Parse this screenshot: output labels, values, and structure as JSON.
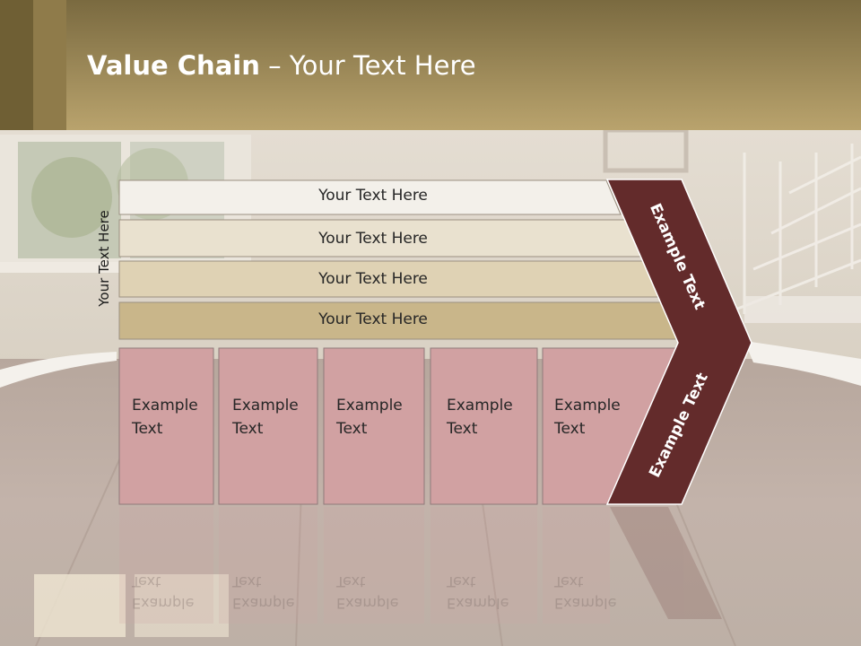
{
  "slide": {
    "title_bold": "Value Chain",
    "title_rest": " – Your Text Here",
    "side_label": "Your Text Here"
  },
  "rows": [
    {
      "label": "Your Text Here"
    },
    {
      "label": "Your Text Here"
    },
    {
      "label": "Your Text Here"
    },
    {
      "label": "Your Text Here"
    }
  ],
  "columns": [
    {
      "label": "Example\nText"
    },
    {
      "label": "Example\nText"
    },
    {
      "label": "Example\nText"
    },
    {
      "label": "Example\nText"
    },
    {
      "label": "Example\nText"
    }
  ],
  "chevron": {
    "upper_label": "Example Text",
    "lower_label": "Example Text"
  },
  "colors": {
    "header_band": "#a8935f",
    "chevron": "#632b2b",
    "cell_fill": "#d1a1a2",
    "row_fills": [
      "#f3f0ea",
      "#e9e1cf",
      "#dfd2b4",
      "#c9b68a"
    ]
  }
}
